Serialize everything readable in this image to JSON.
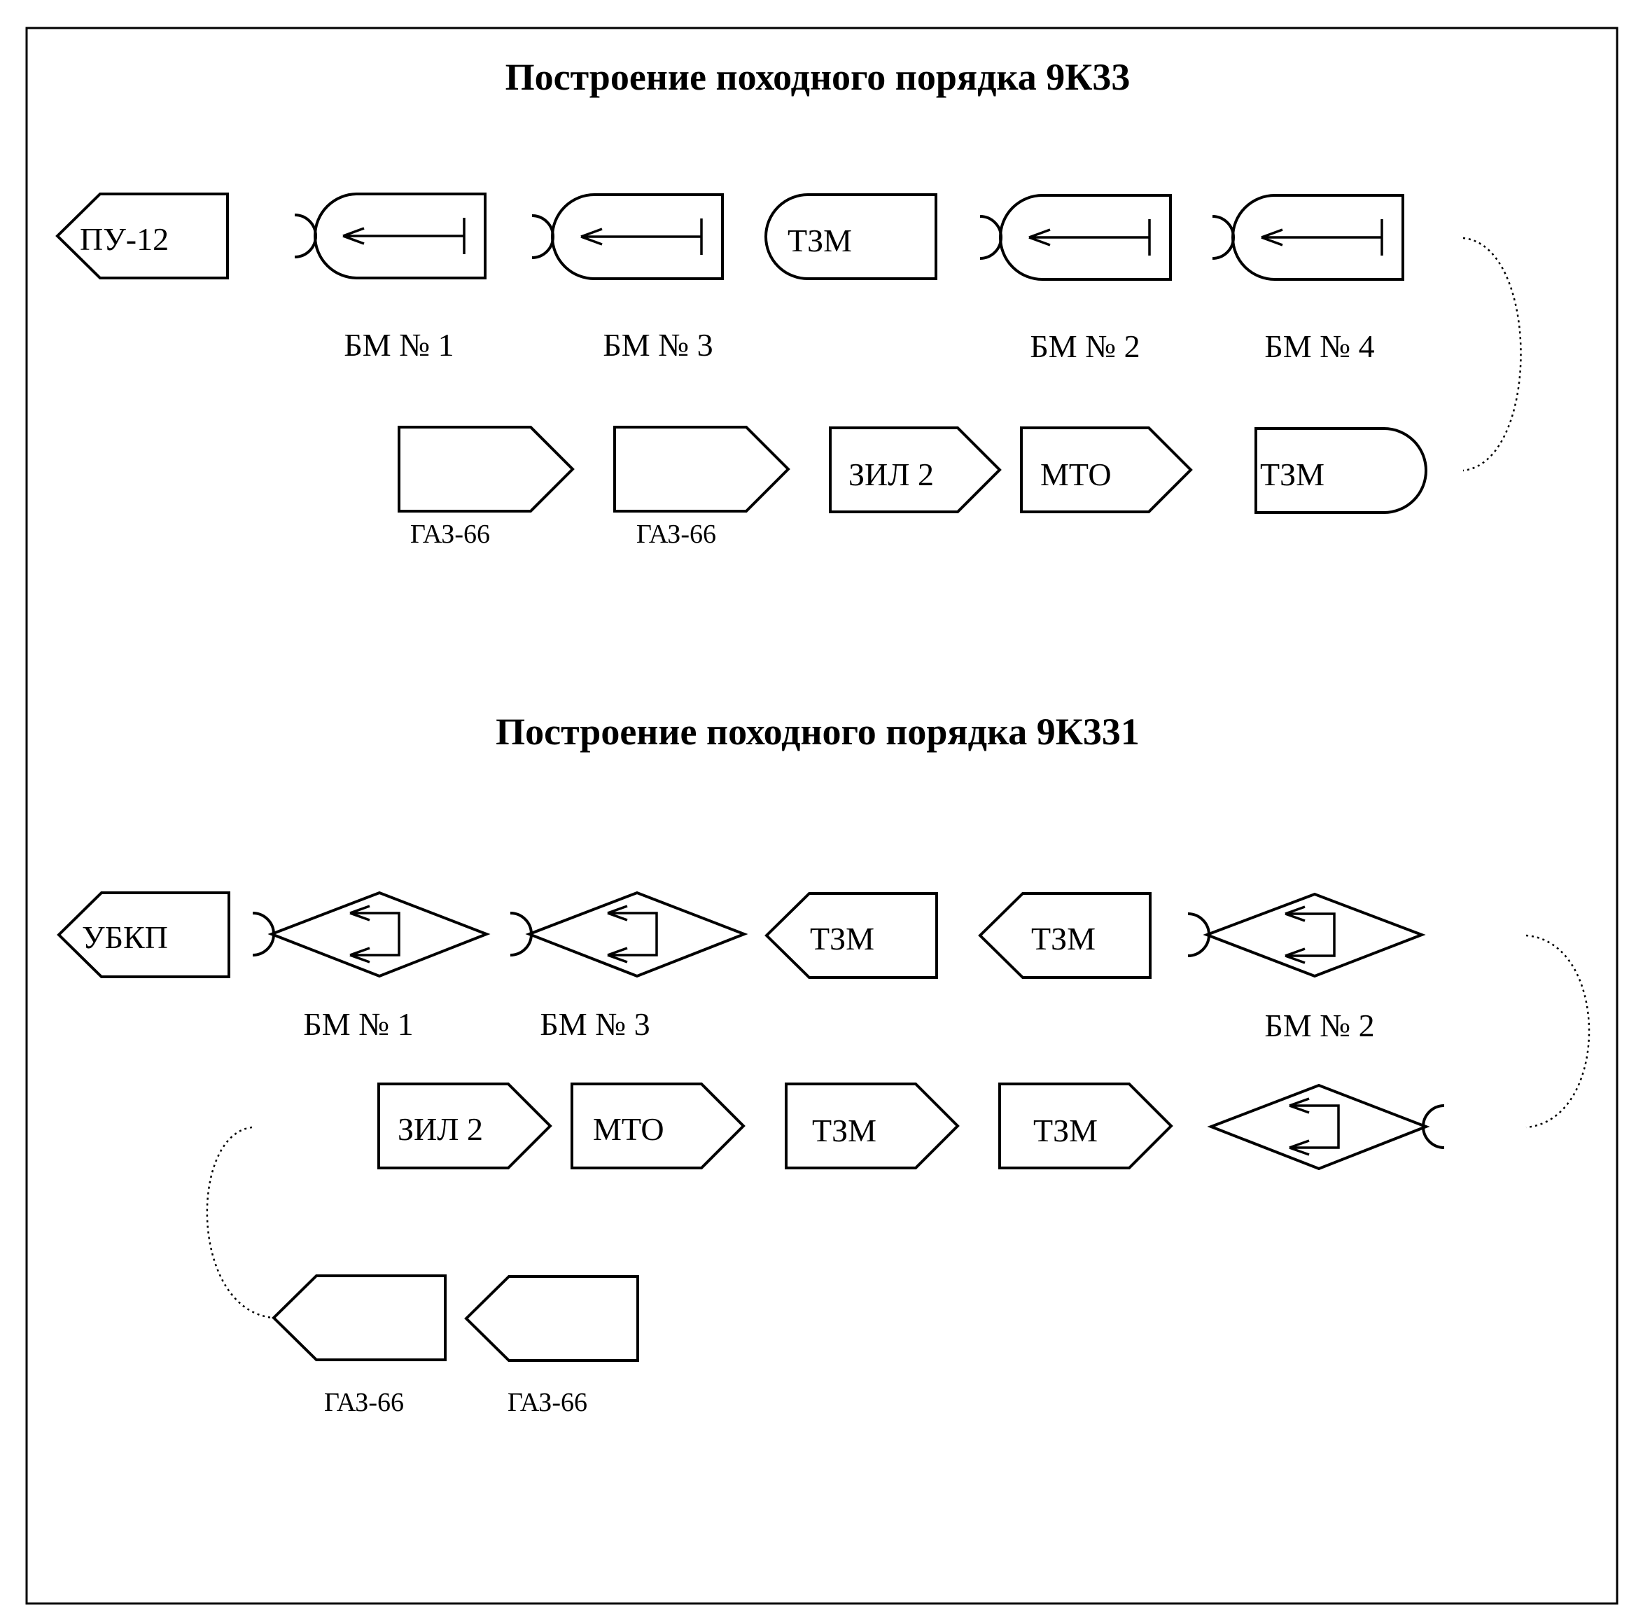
{
  "diagram_1": {
    "title": "Построение походного порядка 9К33",
    "row_1": [
      "ПУ-12",
      "БМ № 1",
      "БМ № 3",
      "ТЗМ",
      "БМ № 2",
      "БМ № 4"
    ],
    "row_2": [
      "ГАЗ-66",
      "ГАЗ-66",
      "ЗИЛ 2",
      "МТО",
      "ТЗМ"
    ]
  },
  "diagram_2": {
    "title": "Построение походного порядка 9К331",
    "row_1": [
      "УБКП",
      "БМ № 1",
      "БМ № 3",
      "ТЗМ",
      "ТЗМ",
      "БМ № 2"
    ],
    "row_2": [
      "ЗИЛ 2",
      "МТО",
      "ТЗМ",
      "ТЗМ"
    ],
    "row_3": [
      "ГАЗ-66",
      "ГАЗ-66"
    ]
  }
}
